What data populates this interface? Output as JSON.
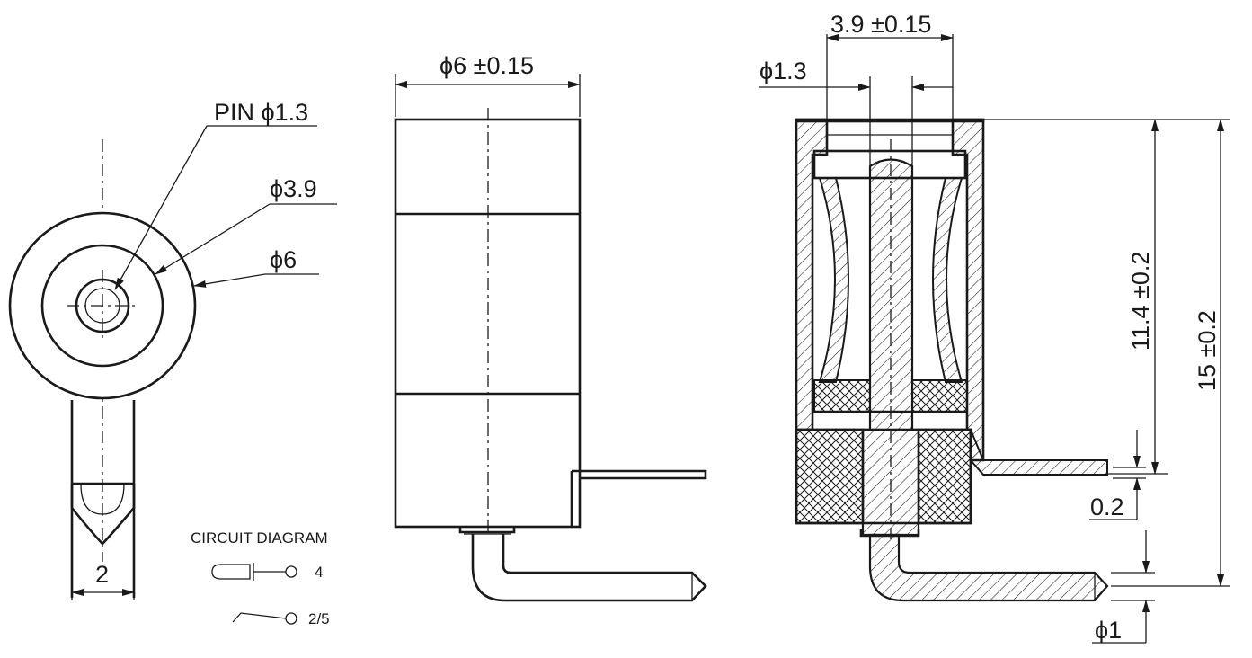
{
  "labels": {
    "pin": "PIN ϕ1.3",
    "d39": "ϕ3.9",
    "d6": "ϕ6",
    "width2": "2",
    "top_d6_tol": "ϕ6 ±0.15",
    "d13": "ϕ1.3",
    "top_39_tol": "3.9 ±0.15",
    "h114": "11.4 ±0.2",
    "h15": "15 ±0.2",
    "d02": "0.2",
    "d1": "ϕ1"
  },
  "circuit": {
    "title": "CIRCUIT DIAGRAM",
    "pin4": "4",
    "pin25": "2/5"
  }
}
